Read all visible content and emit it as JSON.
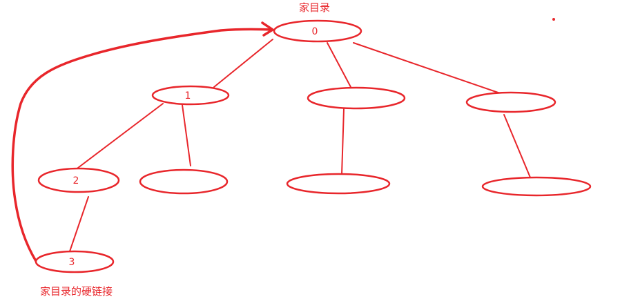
{
  "diagram": {
    "ink_color": "#e8262b",
    "title": "家目录",
    "caption": "家目录的硬链接",
    "nodes": [
      {
        "id": "n0",
        "label": "0"
      },
      {
        "id": "n1",
        "label": "1"
      },
      {
        "id": "n1b",
        "label": ""
      },
      {
        "id": "n1c",
        "label": ""
      },
      {
        "id": "n2",
        "label": "2"
      },
      {
        "id": "n2b",
        "label": ""
      },
      {
        "id": "n3b",
        "label": ""
      },
      {
        "id": "n4b",
        "label": ""
      },
      {
        "id": "n3",
        "label": "3"
      }
    ],
    "edges": [
      {
        "from": "n0",
        "to": "n1"
      },
      {
        "from": "n0",
        "to": "n1b"
      },
      {
        "from": "n0",
        "to": "n1c"
      },
      {
        "from": "n1",
        "to": "n2"
      },
      {
        "from": "n1",
        "to": "n2b"
      },
      {
        "from": "n1b",
        "to": "n3b"
      },
      {
        "from": "n1c",
        "to": "n4b"
      },
      {
        "from": "n2",
        "to": "n3"
      }
    ],
    "hard_link": {
      "from": "n3",
      "to": "n0",
      "style": "hand-drawn arrow"
    }
  }
}
